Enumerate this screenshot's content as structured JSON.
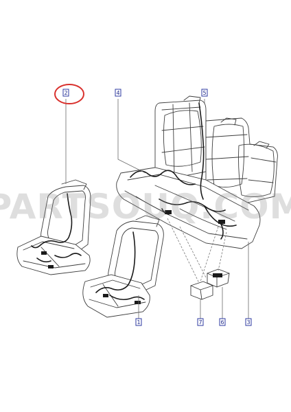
{
  "callouts": [
    {
      "id": "c2",
      "label": "2"
    },
    {
      "id": "c4",
      "label": "4"
    },
    {
      "id": "c5",
      "label": "5"
    },
    {
      "id": "c1",
      "label": "1"
    },
    {
      "id": "c7",
      "label": "7"
    },
    {
      "id": "c6",
      "label": "6"
    },
    {
      "id": "c3",
      "label": "3"
    }
  ],
  "watermark": "PARTSOUQ.COM",
  "colors": {
    "callout_text": "#1f2a8a",
    "highlight_ring": "#d9302c",
    "linework": "#3b3b3b"
  }
}
